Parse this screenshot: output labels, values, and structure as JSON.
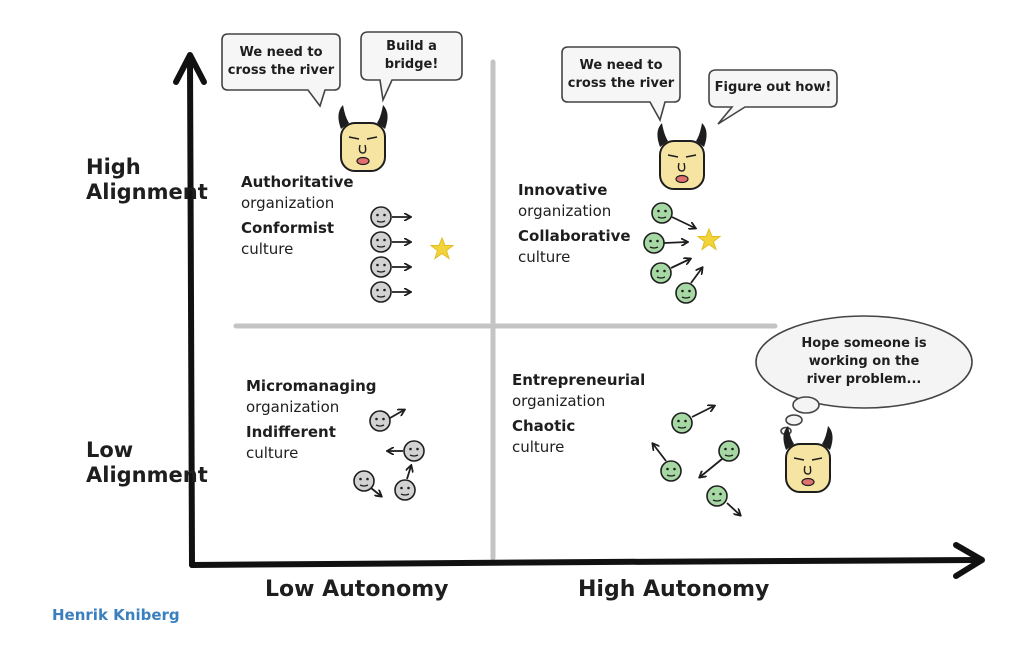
{
  "axes": {
    "y_high": [
      "High",
      "Alignment"
    ],
    "y_low": [
      "Low",
      "Alignment"
    ],
    "x_low": "Low Autonomy",
    "x_high": "High Autonomy"
  },
  "quadrants": {
    "top_left": {
      "lines": [
        "Authoritative",
        "organization",
        "Conformist",
        "culture"
      ]
    },
    "top_right": {
      "lines": [
        "Innovative",
        "organization",
        "Collaborative",
        "culture"
      ]
    },
    "bottom_left": {
      "lines": [
        "Micromanaging",
        "organization",
        "Indifferent",
        "culture"
      ]
    },
    "bottom_right": {
      "lines": [
        "Entrepreneurial",
        "organization",
        "Chaotic",
        "culture"
      ]
    }
  },
  "bubbles": {
    "tl_speech_1": [
      "We need to",
      "cross the river"
    ],
    "tl_speech_2": [
      "Build a",
      "bridge!"
    ],
    "tr_speech_1": [
      "We need to",
      "cross the river"
    ],
    "tr_speech_2": [
      "Figure out how!"
    ],
    "br_thought": [
      "Hope someone is",
      "working on the",
      "river problem..."
    ]
  },
  "credit": "Henrik Kniberg",
  "colors": {
    "ink": "#1e1e1e",
    "divider": "#c4c4c4",
    "face_leader": "#f6e4a3",
    "face_grey": "#d2d2d2",
    "face_green": "#a6d8a4",
    "star": "#f3d33a",
    "credit": "#3a7fbf"
  },
  "icons": {
    "leader": "leader-face-icon",
    "team_member": "team-member-icon",
    "star": "star-goal-icon"
  }
}
